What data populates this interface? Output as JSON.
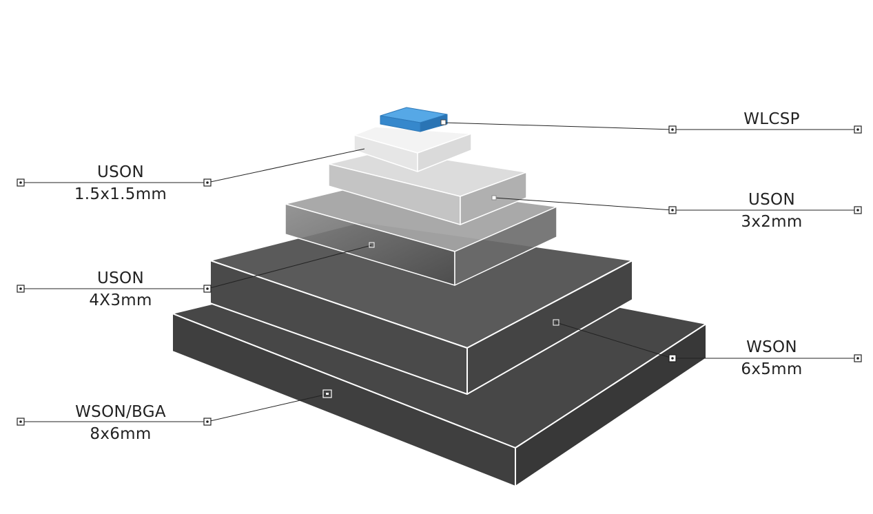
{
  "packages": [
    {
      "name": "WLCSP",
      "size": "",
      "color": "#3b8fd4"
    },
    {
      "name": "USON",
      "size": "1.5x1.5mm",
      "color": "#f0f0f0"
    },
    {
      "name": "USON",
      "size": "3x2mm",
      "color": "#e0e0e0"
    },
    {
      "name": "USON",
      "size": "4X3mm",
      "color": "#b4b4b4"
    },
    {
      "name": "WSON",
      "size": "6x5mm",
      "color": "#5e5e5e"
    },
    {
      "name": "WSON/BGA",
      "size": "8x6mm",
      "color": "#404040"
    }
  ],
  "colors": {
    "accent": "#3b8fd4",
    "leader_line": "#222222",
    "text": "#222222",
    "background": "#ffffff"
  }
}
